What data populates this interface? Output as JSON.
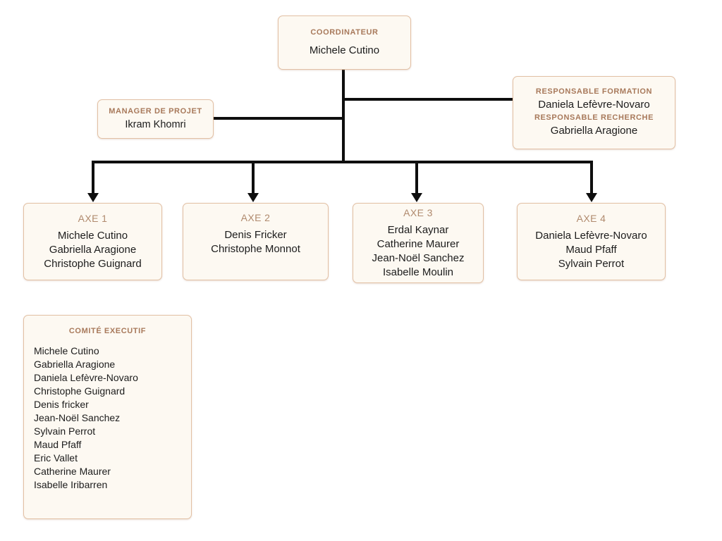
{
  "colors": {
    "box_background": "#FDF9F2",
    "box_border": "#E2C0A4",
    "header_text": "#A8795B",
    "body_text": "#1C1C1C",
    "connector_line": "#0E0E0E"
  },
  "coordinator": {
    "title": "COORDINATEUR",
    "name": "Michele Cutino"
  },
  "manager": {
    "title": "MANAGER DE PROJET",
    "name": "Ikram Khomri"
  },
  "responsable": {
    "title_formation": "RESPONSABLE FORMATION",
    "name_formation": "Daniela Lefèvre-Novaro",
    "title_recherche": "RESPONSABLE RECHERCHE",
    "name_recherche": "Gabriella Aragione"
  },
  "axes": [
    {
      "title": "AXE 1",
      "members": [
        "Michele Cutino",
        "Gabriella Aragione",
        "Christophe Guignard"
      ]
    },
    {
      "title": "AXE 2",
      "members": [
        "Denis Fricker",
        "Christophe Monnot"
      ]
    },
    {
      "title": "AXE 3",
      "members": [
        "Erdal Kaynar",
        "Catherine Maurer",
        "Jean-Noël Sanchez",
        "Isabelle Moulin"
      ]
    },
    {
      "title": "AXE 4",
      "members": [
        "Daniela Lefèvre-Novaro",
        "Maud Pfaff",
        "Sylvain Perrot"
      ]
    }
  ],
  "comite": {
    "title": "COMITÉ EXECUTIF",
    "members": [
      "Michele Cutino",
      "Gabriella Aragione",
      "Daniela Lefèvre-Novaro",
      "Christophe Guignard",
      "Denis fricker",
      "Jean-Noël Sanchez",
      "Sylvain Perrot",
      "Maud Pfaff",
      "Eric Vallet",
      "Catherine Maurer",
      "Isabelle Iribarren"
    ]
  }
}
